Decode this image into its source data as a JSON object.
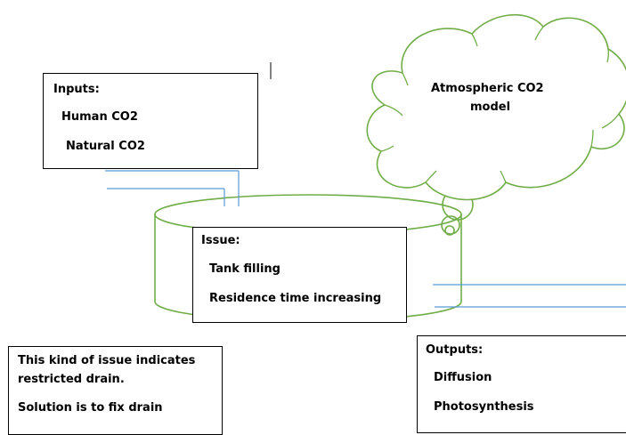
{
  "inputs": {
    "title": "Inputs:",
    "items": [
      "Human CO2",
      "Natural CO2"
    ]
  },
  "cloud": {
    "line1": "Atmospheric CO2",
    "line2": "model"
  },
  "issue": {
    "title": "Issue:",
    "items": [
      "Tank filling",
      "Residence time increasing"
    ]
  },
  "note": {
    "line1": "This kind of issue indicates",
    "line2": "restricted drain.",
    "line3": "Solution is to fix drain"
  },
  "outputs": {
    "title": "Outputs:",
    "items": [
      "Diffusion",
      "Photosynthesis"
    ]
  },
  "colors": {
    "green": "#70ad47",
    "blue": "#5b9bd5"
  }
}
